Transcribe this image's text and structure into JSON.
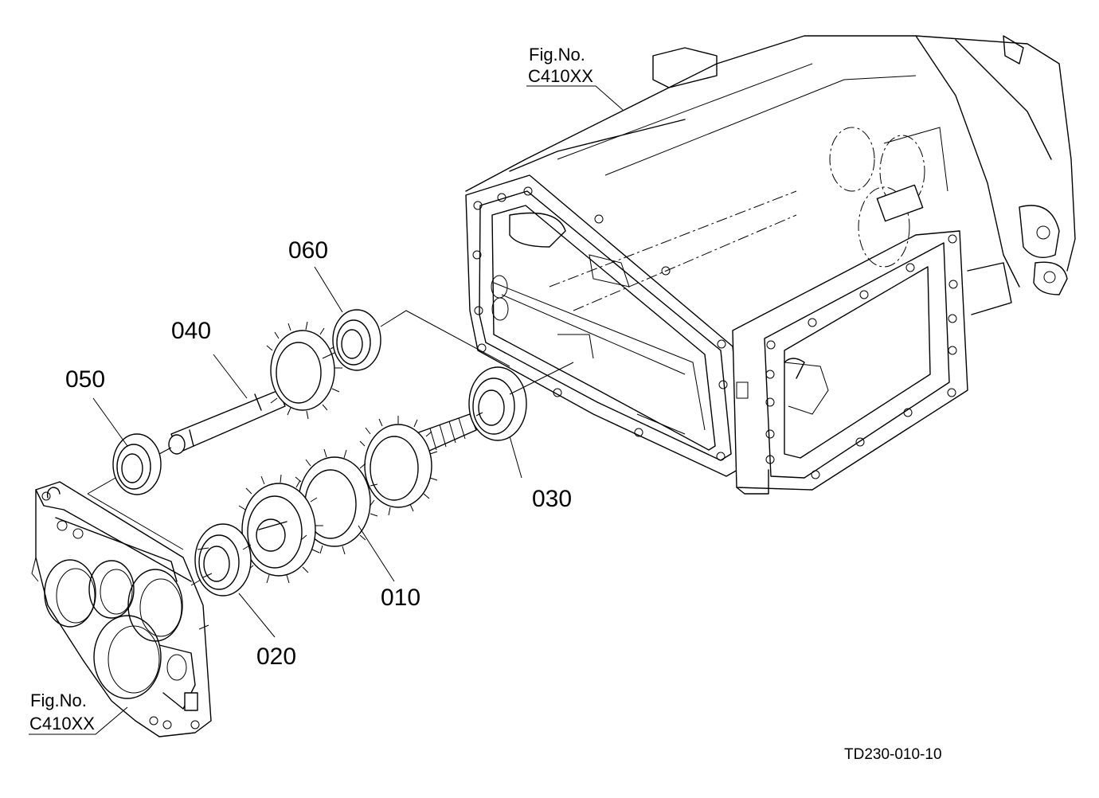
{
  "figure": {
    "code": "TD230-010-10"
  },
  "references": [
    {
      "label_line1": "Fig.No.",
      "label_line2": "C410XX"
    },
    {
      "label_line1": "Fig.No.",
      "label_line2": "C410XX"
    }
  ],
  "parts": [
    {
      "number": "010"
    },
    {
      "number": "020"
    },
    {
      "number": "030"
    },
    {
      "number": "040"
    },
    {
      "number": "050"
    },
    {
      "number": "060"
    }
  ]
}
